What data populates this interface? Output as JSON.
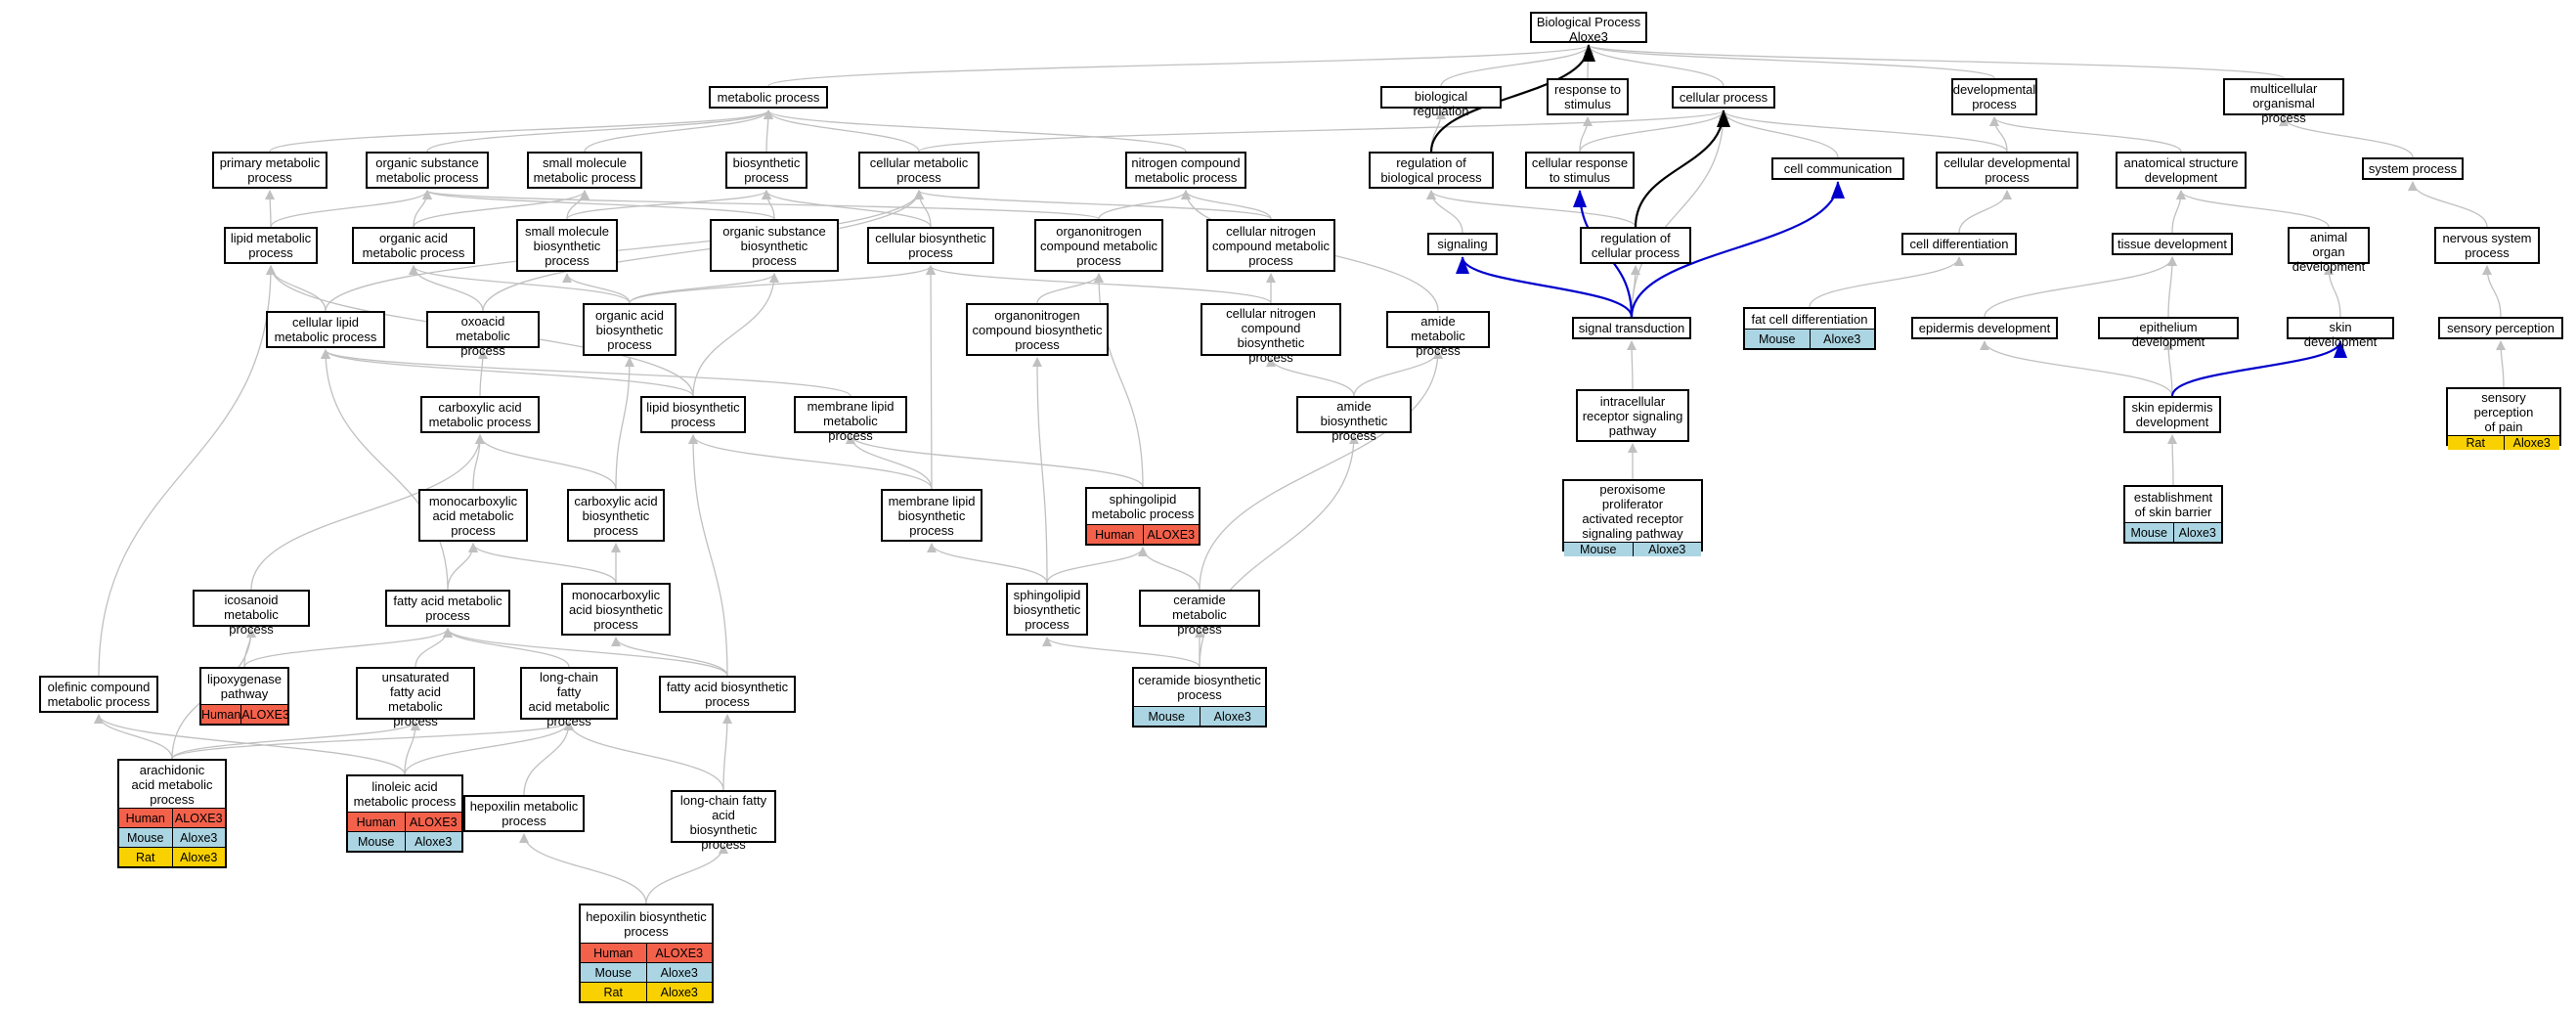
{
  "colors": {
    "Human": "#f4614b",
    "Mouse": "#abd5e3",
    "Rat": "#f9d100",
    "edge_gray": "#c0c0c0",
    "edge_black": "#000000",
    "edge_blue": "#0000cc"
  },
  "nodes": [
    {
      "id": "bp",
      "label": "Biological Process\nAloxe3"
    },
    {
      "id": "mp",
      "label": "metabolic process"
    },
    {
      "id": "breg",
      "label": "biological regulation"
    },
    {
      "id": "rts",
      "label": "response to\nstimulus"
    },
    {
      "id": "cp",
      "label": "cellular process"
    },
    {
      "id": "dp",
      "label": "developmental\nprocess"
    },
    {
      "id": "mop",
      "label": "multicellular\norganismal process"
    },
    {
      "id": "pmp",
      "label": "primary metabolic\nprocess"
    },
    {
      "id": "osmp",
      "label": "organic substance\nmetabolic process"
    },
    {
      "id": "smmp",
      "label": "small molecule\nmetabolic process"
    },
    {
      "id": "bsp",
      "label": "biosynthetic\nprocess"
    },
    {
      "id": "cmp",
      "label": "cellular metabolic\nprocess"
    },
    {
      "id": "ncmp",
      "label": "nitrogen compound\nmetabolic process"
    },
    {
      "id": "rbp",
      "label": "regulation of\nbiological process"
    },
    {
      "id": "crs",
      "label": "cellular response\nto stimulus"
    },
    {
      "id": "cc",
      "label": "cell communication"
    },
    {
      "id": "cdp",
      "label": "cellular developmental\nprocess"
    },
    {
      "id": "asd",
      "label": "anatomical structure\ndevelopment"
    },
    {
      "id": "sysp",
      "label": "system process"
    },
    {
      "id": "lmp",
      "label": "lipid metabolic\nprocess"
    },
    {
      "id": "oamp",
      "label": "organic acid\nmetabolic process"
    },
    {
      "id": "smbp",
      "label": "small molecule\nbiosynthetic\nprocess"
    },
    {
      "id": "osbp",
      "label": "organic substance\nbiosynthetic\nprocess"
    },
    {
      "id": "cbp",
      "label": "cellular biosynthetic\nprocess"
    },
    {
      "id": "oncmp",
      "label": "organonitrogen\ncompound metabolic\nprocess"
    },
    {
      "id": "cncmp",
      "label": "cellular nitrogen\ncompound metabolic\nprocess"
    },
    {
      "id": "sig",
      "label": "signaling"
    },
    {
      "id": "rcp",
      "label": "regulation of\ncellular process"
    },
    {
      "id": "celldiff",
      "label": "cell differentiation"
    },
    {
      "id": "td",
      "label": "tissue development"
    },
    {
      "id": "aod",
      "label": "animal organ\ndevelopment"
    },
    {
      "id": "nsp",
      "label": "nervous system\nprocess"
    },
    {
      "id": "clmp",
      "label": "cellular lipid\nmetabolic process"
    },
    {
      "id": "oxmp",
      "label": "oxoacid metabolic\nprocess"
    },
    {
      "id": "oabp",
      "label": "organic acid\nbiosynthetic\nprocess"
    },
    {
      "id": "oncbp",
      "label": "organonitrogen\ncompound biosynthetic\nprocess"
    },
    {
      "id": "cncbp",
      "label": "cellular nitrogen\ncompound biosynthetic\nprocess"
    },
    {
      "id": "amp",
      "label": "amide metabolic\nprocess"
    },
    {
      "id": "st",
      "label": "signal transduction"
    },
    {
      "id": "fcd",
      "label": "fat cell differentiation",
      "rows": [
        [
          "Mouse",
          "Aloxe3"
        ]
      ]
    },
    {
      "id": "epd",
      "label": "epidermis development"
    },
    {
      "id": "epid",
      "label": "epithelium development"
    },
    {
      "id": "skd",
      "label": "skin development"
    },
    {
      "id": "spc",
      "label": "sensory perception"
    },
    {
      "id": "cxmp",
      "label": "carboxylic acid\nmetabolic process"
    },
    {
      "id": "lbp",
      "label": "lipid biosynthetic\nprocess"
    },
    {
      "id": "mlmp",
      "label": "membrane lipid\nmetabolic process"
    },
    {
      "id": "abp",
      "label": "amide biosynthetic\nprocess"
    },
    {
      "id": "irsp",
      "label": "intracellular\nreceptor signaling\npathway"
    },
    {
      "id": "sed",
      "label": "skin epidermis\ndevelopment"
    },
    {
      "id": "spp",
      "label": "sensory perception\nof pain",
      "rows": [
        [
          "Rat",
          "Aloxe3"
        ]
      ]
    },
    {
      "id": "mcmp",
      "label": "monocarboxylic\nacid metabolic\nprocess"
    },
    {
      "id": "cxbp",
      "label": "carboxylic acid\nbiosynthetic\nprocess"
    },
    {
      "id": "mlbp",
      "label": "membrane lipid\nbiosynthetic\nprocess"
    },
    {
      "id": "slmp",
      "label": "sphingolipid\nmetabolic process",
      "rows": [
        [
          "Human",
          "ALOXE3"
        ]
      ]
    },
    {
      "id": "ppar",
      "label": "peroxisome proliferator\nactivated receptor\nsignaling pathway",
      "rows": [
        [
          "Mouse",
          "Aloxe3"
        ]
      ]
    },
    {
      "id": "esb",
      "label": "establishment\nof skin barrier",
      "rows": [
        [
          "Mouse",
          "Aloxe3"
        ]
      ]
    },
    {
      "id": "mcbp",
      "label": "monocarboxylic\nacid biosynthetic\nprocess"
    },
    {
      "id": "icmp",
      "label": "icosanoid metabolic\nprocess"
    },
    {
      "id": "famp",
      "label": "fatty acid metabolic\nprocess"
    },
    {
      "id": "slbp",
      "label": "sphingolipid\nbiosynthetic\nprocess"
    },
    {
      "id": "cermp",
      "label": "ceramide metabolic\nprocess"
    },
    {
      "id": "lxp",
      "label": "lipoxygenase\npathway",
      "rows": [
        [
          "Human",
          "ALOXE3"
        ]
      ]
    },
    {
      "id": "ocmp",
      "label": "olefinic compound\nmetabolic process"
    },
    {
      "id": "ufmp",
      "label": "unsaturated\nfatty acid metabolic\nprocess"
    },
    {
      "id": "lcfmp",
      "label": "long-chain fatty\nacid metabolic\nprocess"
    },
    {
      "id": "fabp",
      "label": "fatty acid biosynthetic\nprocess"
    },
    {
      "id": "cerbp",
      "label": "ceramide biosynthetic\nprocess",
      "rows": [
        [
          "Mouse",
          "Aloxe3"
        ]
      ]
    },
    {
      "id": "aamp",
      "label": "arachidonic\nacid metabolic\nprocess",
      "rows": [
        [
          "Human",
          "ALOXE3"
        ],
        [
          "Mouse",
          "Aloxe3"
        ],
        [
          "Rat",
          "Aloxe3"
        ]
      ]
    },
    {
      "id": "lamp",
      "label": "linoleic acid\nmetabolic process",
      "rows": [
        [
          "Human",
          "ALOXE3"
        ],
        [
          "Mouse",
          "Aloxe3"
        ]
      ]
    },
    {
      "id": "hxmp",
      "label": "hepoxilin metabolic\nprocess"
    },
    {
      "id": "lcfbp",
      "label": "long-chain fatty\nacid biosynthetic\nprocess"
    },
    {
      "id": "hxbp",
      "label": "hepoxilin biosynthetic\nprocess",
      "rows": [
        [
          "Human",
          "ALOXE3"
        ],
        [
          "Mouse",
          "Aloxe3"
        ],
        [
          "Rat",
          "Aloxe3"
        ]
      ]
    }
  ],
  "edges": [
    [
      "mp",
      "bp"
    ],
    [
      "breg",
      "bp"
    ],
    [
      "rts",
      "bp"
    ],
    [
      "cp",
      "bp"
    ],
    [
      "dp",
      "bp"
    ],
    [
      "mop",
      "bp"
    ],
    [
      "pmp",
      "mp"
    ],
    [
      "osmp",
      "mp"
    ],
    [
      "smmp",
      "mp"
    ],
    [
      "bsp",
      "mp"
    ],
    [
      "cmp",
      "mp"
    ],
    [
      "ncmp",
      "mp"
    ],
    [
      "rbp",
      "breg"
    ],
    [
      "crs",
      "rts"
    ],
    [
      "crs",
      "cp"
    ],
    [
      "cc",
      "cp"
    ],
    [
      "cdp",
      "cp"
    ],
    [
      "cmp",
      "cp"
    ],
    [
      "cdp",
      "dp"
    ],
    [
      "asd",
      "dp"
    ],
    [
      "sysp",
      "mop"
    ],
    [
      "lmp",
      "pmp"
    ],
    [
      "oamp",
      "osmp"
    ],
    [
      "lmp",
      "osmp"
    ],
    [
      "osbp",
      "osmp"
    ],
    [
      "oamp",
      "smmp"
    ],
    [
      "smbp",
      "smmp"
    ],
    [
      "smbp",
      "bsp"
    ],
    [
      "osbp",
      "bsp"
    ],
    [
      "cbp",
      "bsp"
    ],
    [
      "cbp",
      "cmp"
    ],
    [
      "oxmp",
      "cmp"
    ],
    [
      "clmp",
      "cmp"
    ],
    [
      "cncmp",
      "cmp"
    ],
    [
      "oncmp",
      "ncmp"
    ],
    [
      "cncmp",
      "ncmp"
    ],
    [
      "amp",
      "ncmp"
    ],
    [
      "oncmp",
      "osmp"
    ],
    [
      "sig",
      "rbp"
    ],
    [
      "rcp",
      "rbp"
    ],
    [
      "celldiff",
      "cdp"
    ],
    [
      "td",
      "asd"
    ],
    [
      "aod",
      "asd"
    ],
    [
      "nsp",
      "sysp"
    ],
    [
      "clmp",
      "lmp"
    ],
    [
      "lbp",
      "lmp"
    ],
    [
      "oxmp",
      "oamp"
    ],
    [
      "oabp",
      "oamp"
    ],
    [
      "oabp",
      "smbp"
    ],
    [
      "oabp",
      "osbp"
    ],
    [
      "oncbp",
      "oncmp"
    ],
    [
      "cncbp",
      "cncmp"
    ],
    [
      "cncbp",
      "cbp"
    ],
    [
      "oabp",
      "cbp"
    ],
    [
      "fcd",
      "celldiff"
    ],
    [
      "epd",
      "td"
    ],
    [
      "epid",
      "td"
    ],
    [
      "skd",
      "aod"
    ],
    [
      "spc",
      "nsp"
    ],
    [
      "cxmp",
      "oxmp"
    ],
    [
      "lbp",
      "clmp"
    ],
    [
      "lbp",
      "osbp"
    ],
    [
      "mlmp",
      "clmp"
    ],
    [
      "abp",
      "amp"
    ],
    [
      "abp",
      "cncbp"
    ],
    [
      "irsp",
      "st"
    ],
    [
      "sed",
      "epd"
    ],
    [
      "sed",
      "epid"
    ],
    [
      "spp",
      "spc"
    ],
    [
      "mcmp",
      "cxmp"
    ],
    [
      "cxbp",
      "cxmp"
    ],
    [
      "cxbp",
      "oabp"
    ],
    [
      "mlbp",
      "mlmp"
    ],
    [
      "mlbp",
      "lbp"
    ],
    [
      "slmp",
      "mlmp"
    ],
    [
      "slmp",
      "oncmp"
    ],
    [
      "mlbp",
      "cbp"
    ],
    [
      "ppar",
      "irsp"
    ],
    [
      "esb",
      "sed"
    ],
    [
      "mcbp",
      "mcmp"
    ],
    [
      "mcbp",
      "cxbp"
    ],
    [
      "icmp",
      "cxmp"
    ],
    [
      "famp",
      "mcmp"
    ],
    [
      "famp",
      "clmp"
    ],
    [
      "slbp",
      "mlbp"
    ],
    [
      "slbp",
      "slmp"
    ],
    [
      "slbp",
      "oncbp"
    ],
    [
      "cermp",
      "slmp"
    ],
    [
      "cermp",
      "amp"
    ],
    [
      "lxp",
      "icmp"
    ],
    [
      "lxp",
      "famp"
    ],
    [
      "ocmp",
      "lmp"
    ],
    [
      "ufmp",
      "famp"
    ],
    [
      "lcfmp",
      "famp"
    ],
    [
      "fabp",
      "famp"
    ],
    [
      "fabp",
      "mcbp"
    ],
    [
      "fabp",
      "lbp"
    ],
    [
      "cerbp",
      "slbp"
    ],
    [
      "cerbp",
      "cermp"
    ],
    [
      "cerbp",
      "abp"
    ],
    [
      "aamp",
      "icmp"
    ],
    [
      "aamp",
      "ocmp"
    ],
    [
      "aamp",
      "ufmp"
    ],
    [
      "aamp",
      "lcfmp"
    ],
    [
      "lamp",
      "ufmp"
    ],
    [
      "lamp",
      "lcfmp"
    ],
    [
      "lamp",
      "ocmp"
    ],
    [
      "hxmp",
      "lcfmp"
    ],
    [
      "lcfbp",
      "lcfmp"
    ],
    [
      "lcfbp",
      "fabp"
    ],
    [
      "hxbp",
      "hxmp"
    ],
    [
      "hxbp",
      "lcfbp"
    ],
    [
      "st",
      "cp"
    ],
    [
      "st",
      "rcp"
    ],
    [
      "st",
      "crs"
    ]
  ],
  "special_edges": [
    [
      "rbp",
      "bp",
      "edge_black"
    ],
    [
      "rcp",
      "cp",
      "edge_black"
    ],
    [
      "st",
      "sig",
      "edge_blue"
    ],
    [
      "st",
      "crs",
      "edge_blue"
    ],
    [
      "st",
      "cc",
      "edge_blue"
    ],
    [
      "sed",
      "skd",
      "edge_blue"
    ]
  ]
}
